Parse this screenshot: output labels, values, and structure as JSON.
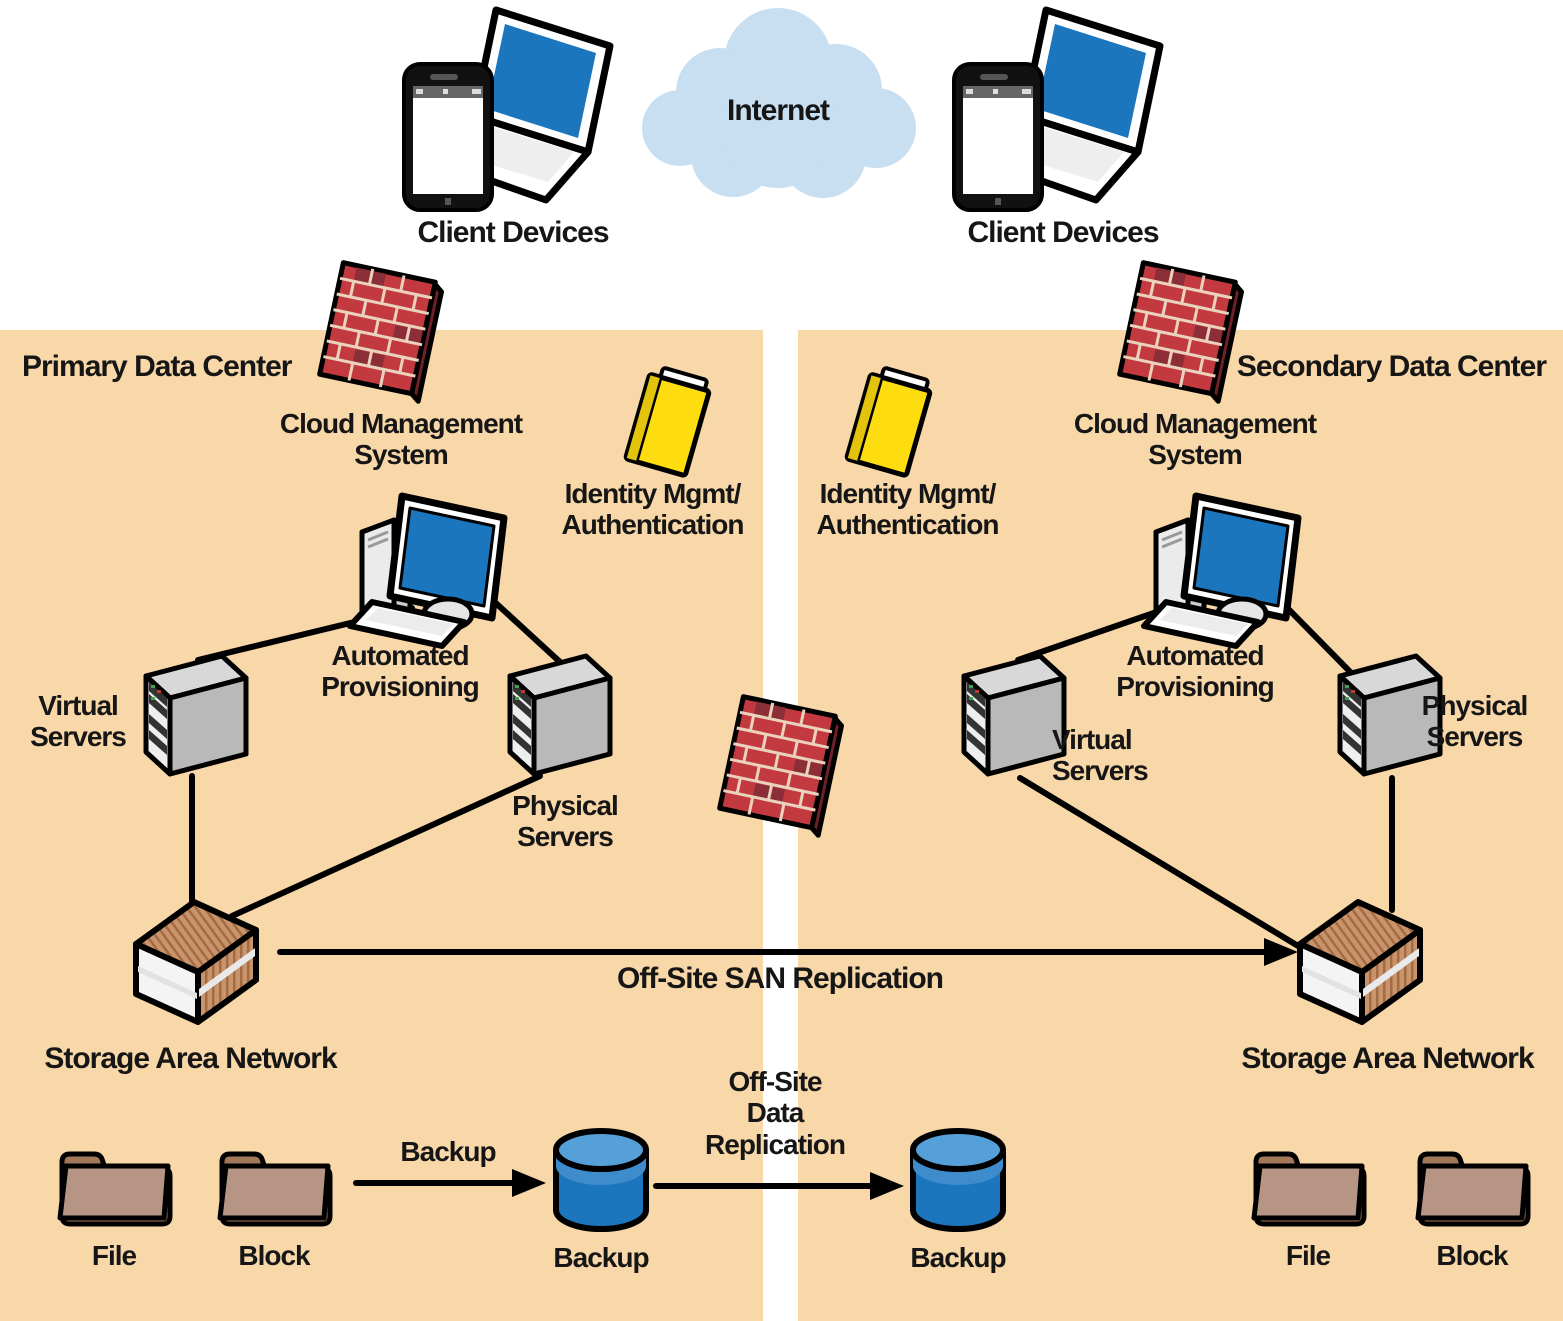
{
  "internet": {
    "label": "Internet"
  },
  "clients": {
    "left": "Client Devices",
    "right": "Client Devices"
  },
  "primary": {
    "title": "Primary Data Center",
    "cloud_mgmt": "Cloud Management\nSystem",
    "identity": "Identity Mgmt/\nAuthentication",
    "auto_prov": "Automated\nProvisioning",
    "virtual_servers": "Virtual\nServers",
    "physical_servers": "Physical\nServers",
    "san": "Storage Area Network",
    "file": "File",
    "block": "Block",
    "backup_flow": "Backup",
    "backup": "Backup"
  },
  "secondary": {
    "title": "Secondary Data Center",
    "cloud_mgmt": "Cloud Management\nSystem",
    "identity": "Identity Mgmt/\nAuthentication",
    "auto_prov": "Automated\nProvisioning",
    "virtual_servers": "Virtual\nServers",
    "physical_servers": "Physical\nServers",
    "san": "Storage Area Network",
    "file": "File",
    "block": "Block",
    "backup": "Backup"
  },
  "flows": {
    "san_replication": "Off-Site SAN Replication",
    "data_replication": "Off-Site\nData\nReplication"
  },
  "colors": {
    "panel_orange": "#f8d7a8",
    "line_black": "#000000",
    "brick_red": "#c23a40",
    "brick_dark": "#8c2e37",
    "mortar": "#ead2bd",
    "screen_blue": "#1b76be",
    "cloud_blue": "#c8def1",
    "book_yellow": "#fddd10",
    "cylinder_blue": "#1b76be",
    "cylinder_top_blue": "#55a0d9",
    "folder_back": "#a3795c",
    "folder_front": "#b79584",
    "san_fin_tan": "#c9946a",
    "server_gray": "#b9b9b9"
  }
}
